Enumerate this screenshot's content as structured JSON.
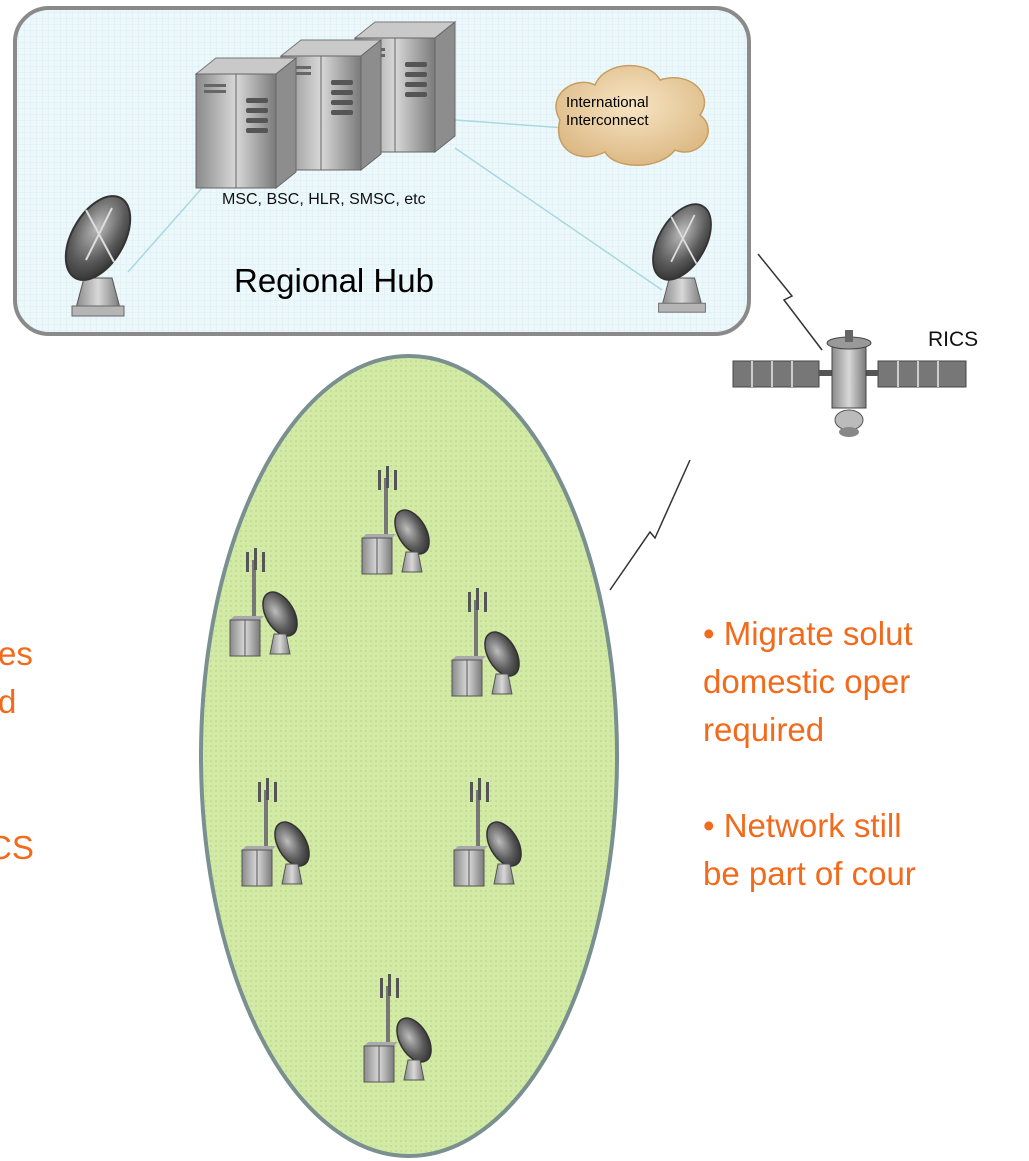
{
  "hub": {
    "title": "Regional Hub",
    "server_label": "MSC, BSC, HLR, SMSC, etc",
    "cloud_label_line1": "International",
    "cloud_label_line2": "Interconnect"
  },
  "satellite": {
    "label": "RICS"
  },
  "left_text": {
    "line1": "es",
    "line2": "d",
    "line3": "CS"
  },
  "right_text": {
    "bullet1_line1": "• Migrate solut",
    "bullet1_line2": "domestic oper",
    "bullet1_line3": "required",
    "bullet2_line1": "• Network still",
    "bullet2_line2": "be part of cour"
  },
  "colors": {
    "accent_text": "#f26a1b",
    "hub_fill": "#eaf7fb",
    "hub_border": "#888888",
    "cluster_fill": "#cfe8a5",
    "cluster_border": "#7a8f8f",
    "link_line": "#a8d8e0"
  }
}
